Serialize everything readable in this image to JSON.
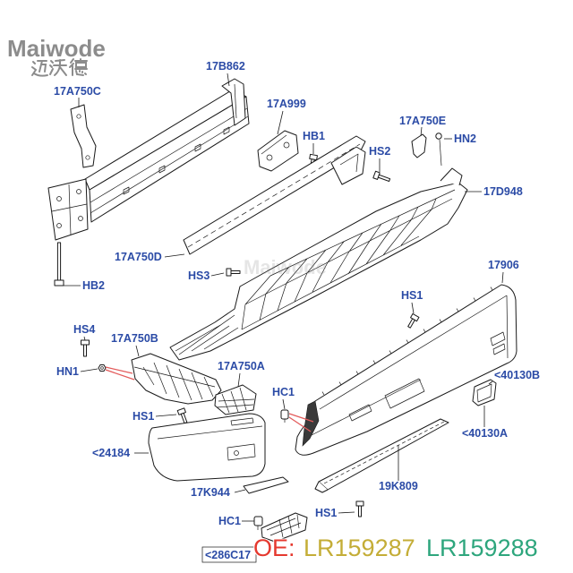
{
  "logo": {
    "brand": "Maiwode",
    "brand_cn": "迈沃德"
  },
  "callouts": [
    {
      "label": "17B862"
    },
    {
      "label": "17A750C"
    },
    {
      "label": "17A999"
    },
    {
      "label": "HB1"
    },
    {
      "label": "17A750E"
    },
    {
      "label": "HN2"
    },
    {
      "label": "HS2"
    },
    {
      "label": "17D948"
    },
    {
      "label": "17A750D"
    },
    {
      "label": "HS3"
    },
    {
      "label": "17906"
    },
    {
      "label": "HB2"
    },
    {
      "label": "HS1"
    },
    {
      "label": "HS4"
    },
    {
      "label": "17A750B"
    },
    {
      "label": "HN1"
    },
    {
      "label": "17A750A"
    },
    {
      "label": "<40130B"
    },
    {
      "label": "HC1"
    },
    {
      "label": "HS1"
    },
    {
      "label": "<40130A"
    },
    {
      "label": "<24184"
    },
    {
      "label": "19K809"
    },
    {
      "label": "17K944"
    },
    {
      "label": "HS1"
    },
    {
      "label": "HC1"
    },
    {
      "label": "<286C17"
    }
  ],
  "oe": {
    "prefix": "OE:",
    "part_numbers": [
      "LR159287",
      "LR159288"
    ]
  },
  "colors": {
    "callout_text": "#2b4ba6",
    "oe_prefix": "#e5392f",
    "oe_number_1": "#c4ad37",
    "oe_number_2": "#2ea67d",
    "logo": "#8c8c8c",
    "highlight_line": "#e35a5a",
    "line_art": "#1a1a1a"
  }
}
